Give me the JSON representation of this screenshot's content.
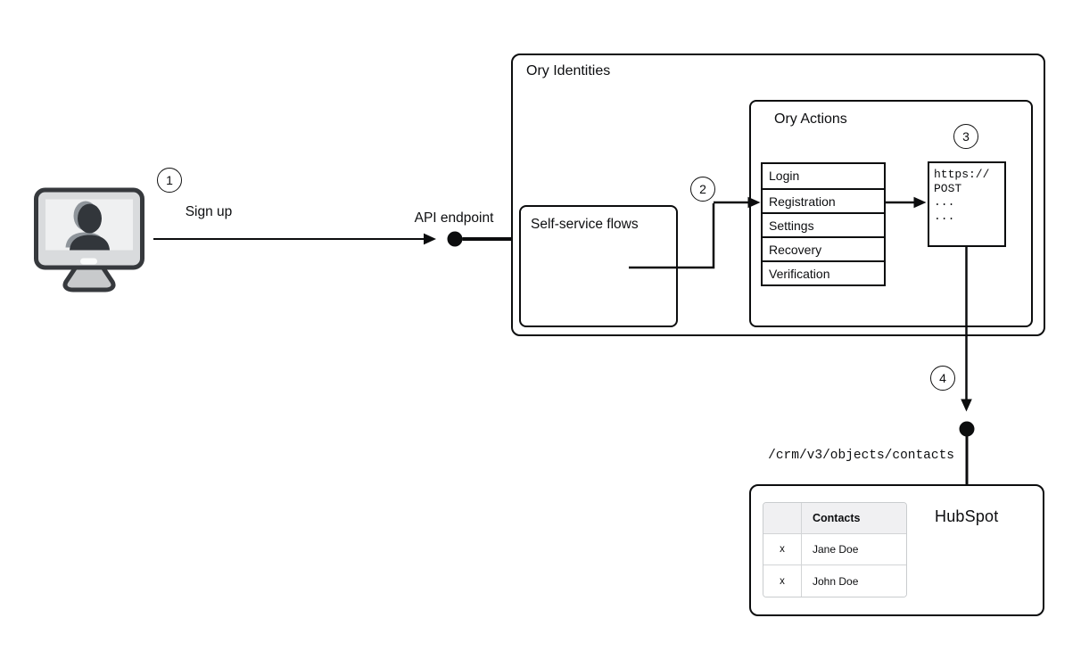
{
  "diagram": {
    "steps": {
      "one": "1",
      "two": "2",
      "three": "3",
      "four": "4"
    },
    "user": {
      "signup_label": "Sign up"
    },
    "api_endpoint_label": "API endpoint",
    "ory_identities": {
      "title": "Ory Identities",
      "self_service_flows": {
        "title": "Self-service flows"
      },
      "ory_actions": {
        "title": "Ory Actions",
        "flows": [
          "Login",
          "Registration",
          "Settings",
          "Recovery",
          "Verification"
        ],
        "webhook_request": {
          "lines": [
            "https://",
            "POST",
            "...",
            "..."
          ]
        }
      }
    },
    "hubspot": {
      "api_path": "/crm/v3/objects/contacts",
      "title": "HubSpot",
      "contacts_table": {
        "header": "Contacts",
        "rows": [
          {
            "action": "x",
            "name": "Jane Doe"
          },
          {
            "action": "x",
            "name": "John Doe"
          }
        ]
      }
    }
  },
  "colors": {
    "line": "#0c0d0e",
    "table_header_bg": "#f0f0f2",
    "table_border": "#c9ccce",
    "monitor_body": "#d9dbdd",
    "monitor_outline": "#36393d",
    "silhouette": "#32363b"
  }
}
